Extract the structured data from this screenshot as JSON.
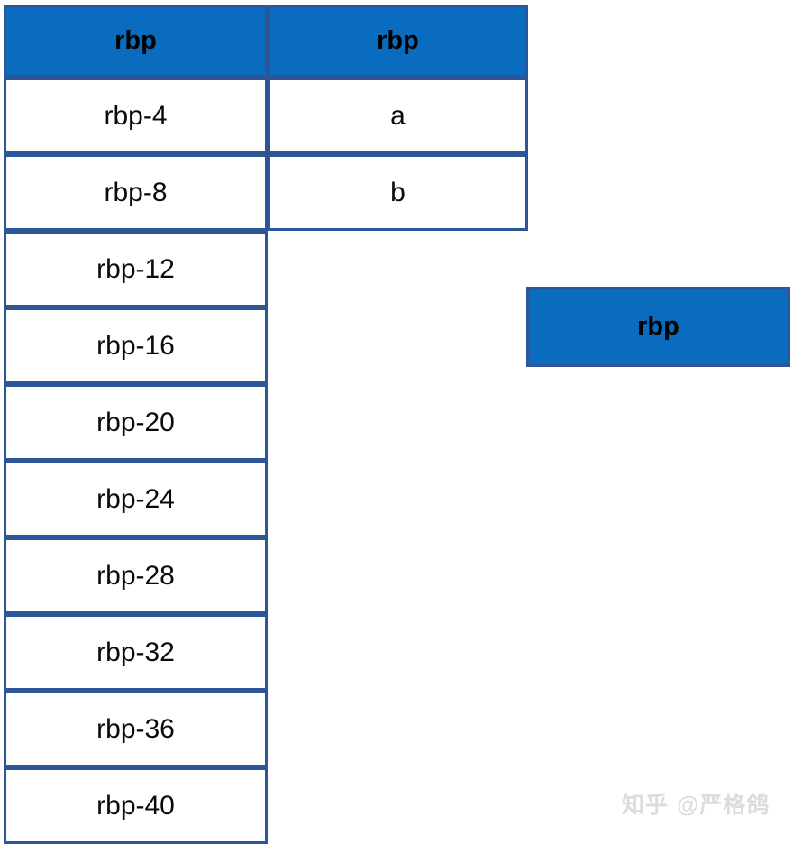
{
  "table": {
    "columns": [
      {
        "header": "rbp",
        "name": "column-left"
      },
      {
        "header": "rbp",
        "name": "column-right"
      }
    ],
    "rows": [
      {
        "left": "rbp-4",
        "right": "a"
      },
      {
        "left": "rbp-8",
        "right": "b"
      },
      {
        "left": "rbp-12",
        "right": null
      },
      {
        "left": "rbp-16",
        "right": null
      },
      {
        "left": "rbp-20",
        "right": null
      },
      {
        "left": "rbp-24",
        "right": null
      },
      {
        "left": "rbp-28",
        "right": null
      },
      {
        "left": "rbp-32",
        "right": null
      },
      {
        "left": "rbp-36",
        "right": null
      },
      {
        "left": "rbp-40",
        "right": null
      }
    ]
  },
  "standalone_box": {
    "label": "rbp"
  },
  "watermark": {
    "brand": "知乎",
    "handle": "@严格鸽"
  },
  "colors": {
    "header_fill": "#0a6cbf",
    "border": "#2e5596",
    "cell_fill": "#ffffff",
    "text": "#000000",
    "watermark_text": "#dcdcdc"
  }
}
